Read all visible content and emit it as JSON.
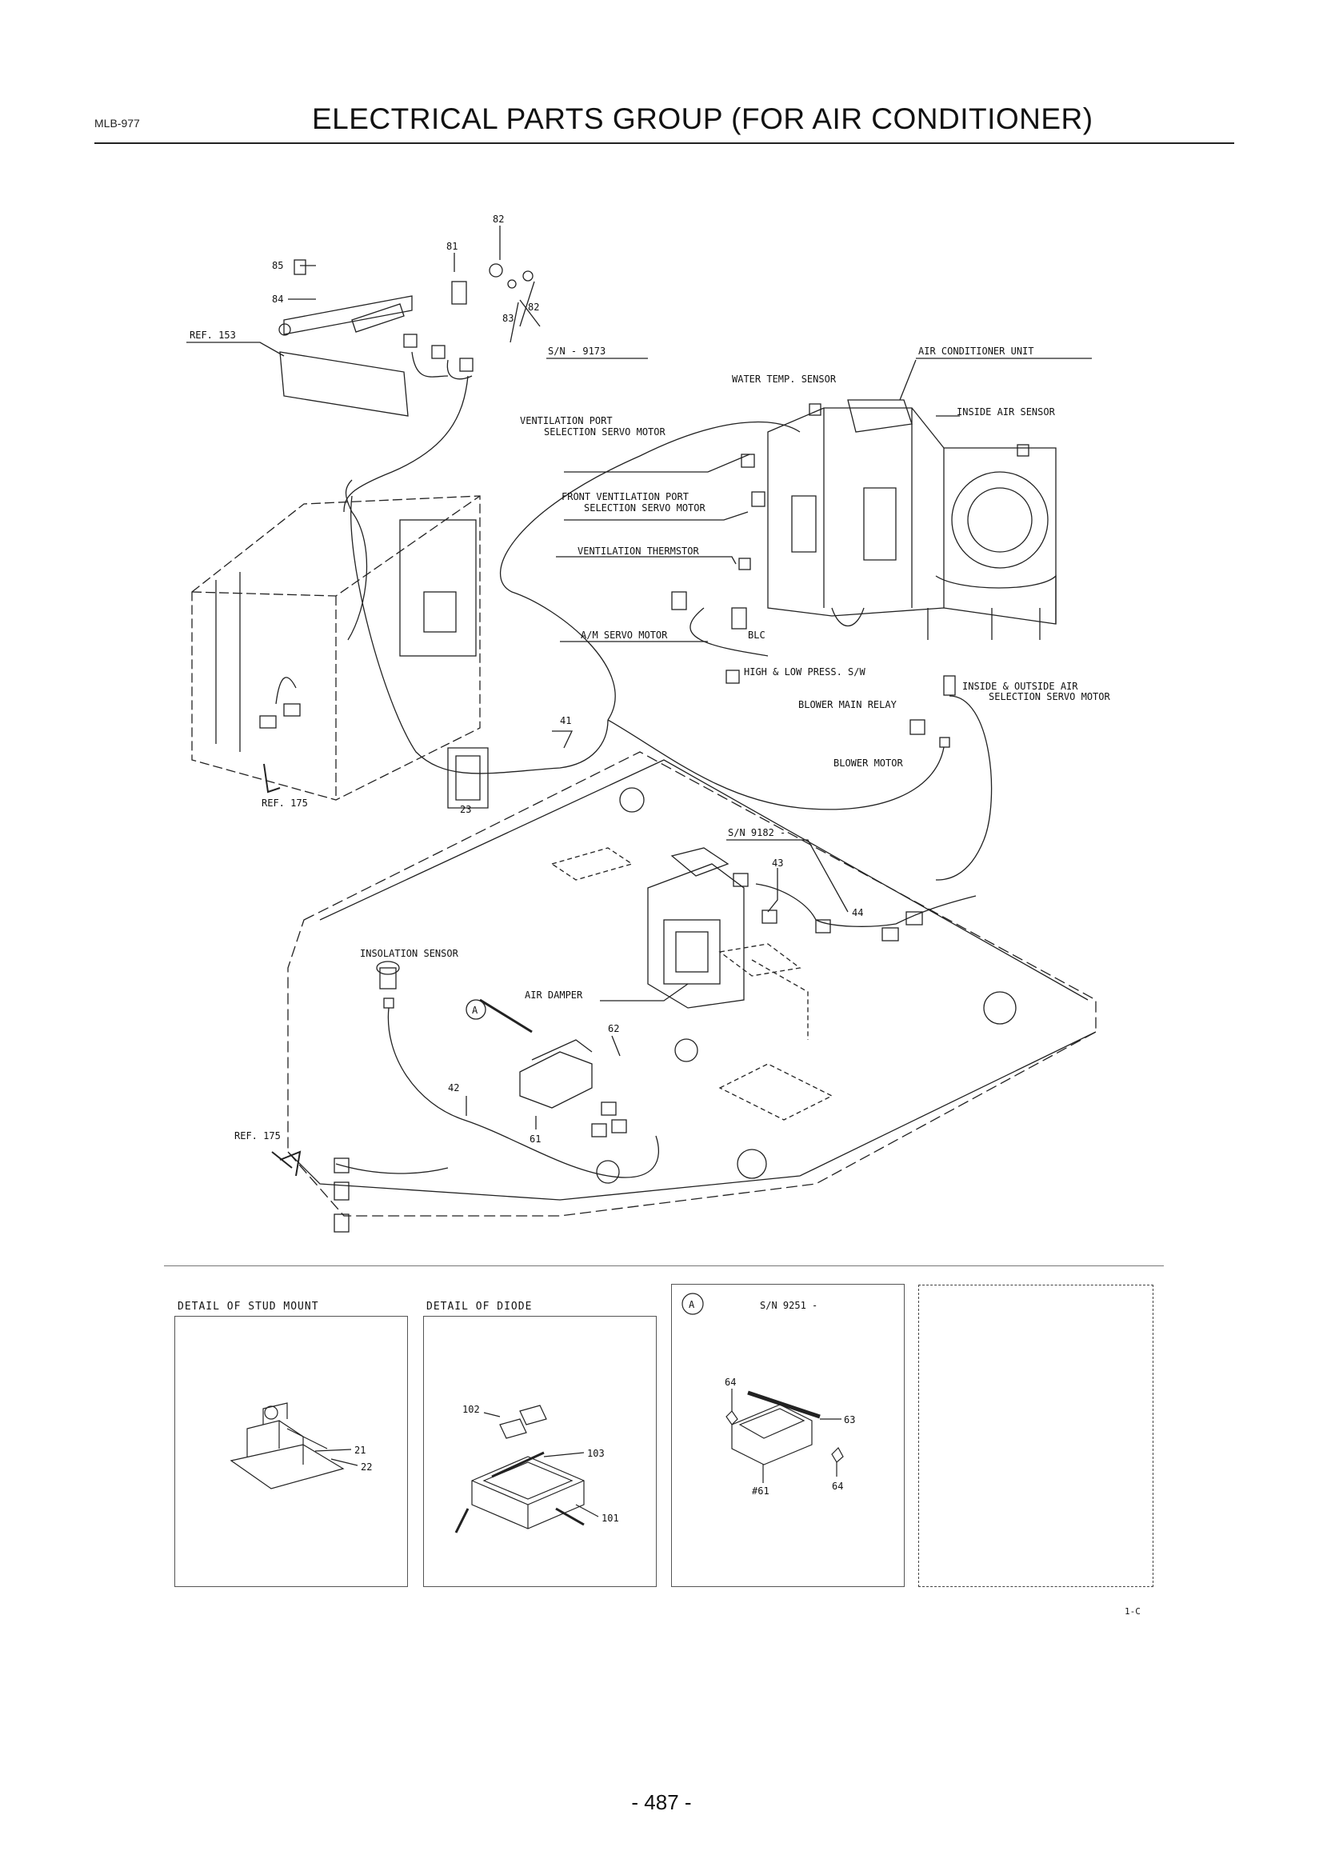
{
  "header": {
    "doc_code": "MLB-977",
    "title": "ELECTRICAL PARTS GROUP (FOR AIR CONDITIONER)"
  },
  "callouts": {
    "p82_top": "82",
    "p81": "81",
    "p85": "85",
    "p84": "84",
    "p82_b": "82",
    "p83": "83",
    "ref153": "REF. 153",
    "sn9173": "S/N - 9173",
    "p41": "41",
    "p23": "23",
    "ref175_a": "REF. 175",
    "sn9182": "S/N 9182 -",
    "p43": "43",
    "p44": "44",
    "p62": "62",
    "p42": "42",
    "p61": "61",
    "ref175_b": "REF. 175",
    "marker_a": "A"
  },
  "component_labels": {
    "water_temp_sensor": "WATER TEMP. SENSOR",
    "air_conditioner_unit": "AIR CONDITIONER UNIT",
    "inside_air_sensor": "INSIDE AIR SENSOR",
    "vent_port_l1": "VENTILATION PORT",
    "vent_port_l2": "SELECTION SERVO MOTOR",
    "front_vent_l1": "FRONT VENTILATION PORT",
    "front_vent_l2": "SELECTION SERVO MOTOR",
    "vent_thermistor": "VENTILATION THERMSTOR",
    "am_servo_motor": "A/M SERVO MOTOR",
    "blc": "BLC",
    "high_low_press": "HIGH & LOW PRESS. S/W",
    "inside_outside_l1": "INSIDE & OUTSIDE AIR",
    "inside_outside_l2": "SELECTION SERVO MOTOR",
    "blower_main_relay": "BLOWER MAIN RELAY",
    "blower_motor": "BLOWER MOTOR",
    "insolation_sensor": "INSOLATION SENSOR",
    "air_damper": "AIR DAMPER"
  },
  "details": {
    "stud_mount": {
      "caption": "DETAIL OF STUD MOUNT",
      "p21": "21",
      "p22": "22"
    },
    "diode": {
      "caption": "DETAIL OF DIODE",
      "p102": "102",
      "p103": "103",
      "p101": "101"
    },
    "view_a": {
      "marker": "A",
      "serial": "S/N 9251 -",
      "p64a": "64",
      "p63": "63",
      "p61": "#61",
      "p64b": "64"
    }
  },
  "footer": {
    "sheet_code": "1-C",
    "page_number": "- 487 -"
  }
}
